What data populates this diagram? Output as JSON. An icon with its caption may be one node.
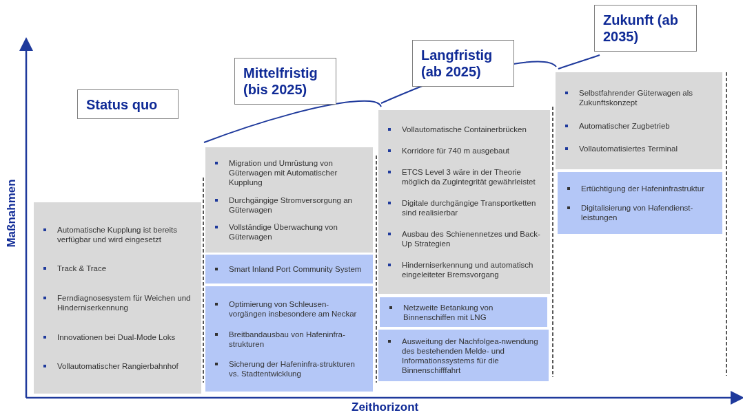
{
  "diagram": {
    "nodes": [
      {
        "text": [
          "Status quo"
        ]
      },
      {
        "text": [
          "Automatische Kupplung ist bereits verfügbar und wird eingesetzt",
          "Track & Trace",
          "Ferndiagnosesystem für Weichen und Hinderniserkennung",
          "Innovationen bei Dual-Mode Loks",
          "Vollautomatischer Rangierbahnhof"
        ]
      },
      {
        "text": [
          "Mittelfristig (bis 2025)"
        ]
      },
      {
        "text": [
          "Migration und Umrüstung von Güterwagen mit Automatischer Kupplung",
          "Durchgängige Stromversorgung an Güterwagen",
          "Vollständige Überwachung von Güterwagen"
        ]
      },
      {
        "text": [
          "Smart Inland Port Community System"
        ]
      },
      {
        "text": [
          "Optimierung von Schleusen-vorgängen insbesondere am Neckar",
          "Breitbandausbau von Hafeninfra-strukturen",
          "Sicherung der Hafeninfra-strukturen vs. Stadtentwicklung"
        ]
      },
      {
        "text": [
          "Langfristig (ab 2025)"
        ]
      },
      {
        "text": [
          "Vollautomatische Containerbrücken",
          "Korridore für 740 m ausgebaut",
          "ETCS Level 3 wäre in der Theorie möglich da Zugintegrität gewährleistet",
          "Digitale durchgängige Transportketten sind realisierbar",
          "Ausbau des Schienennetzes und Back-Up Strategien",
          "Hinderniserkennung und automatisch eingeleiteter Bremsvorgang"
        ]
      },
      {
        "text": [
          "Netzweite Betankung von Binnenschiffen mit LNG"
        ]
      },
      {
        "text": [
          "Ausweitung der Nachfolgea-nwendung des bestehenden Melde- und Informationssystems für die Binnenschifffahrt"
        ]
      },
      {
        "text": [
          "Zukunft (ab 2035)"
        ]
      },
      {
        "text": [
          "Selbstfahrender Güterwagen als Zukunftskonzept",
          "Automatischer Zugbetrieb",
          "Vollautomatisiertes Terminal"
        ]
      },
      {
        "text": [
          "Ertüchtigung der Hafeninfrastruktur",
          "Digitalisierung von Hafendienst-leistungen"
        ]
      }
    ],
    "labels": [
      "Maßnahmen",
      "Zeithorizont"
    ]
  }
}
